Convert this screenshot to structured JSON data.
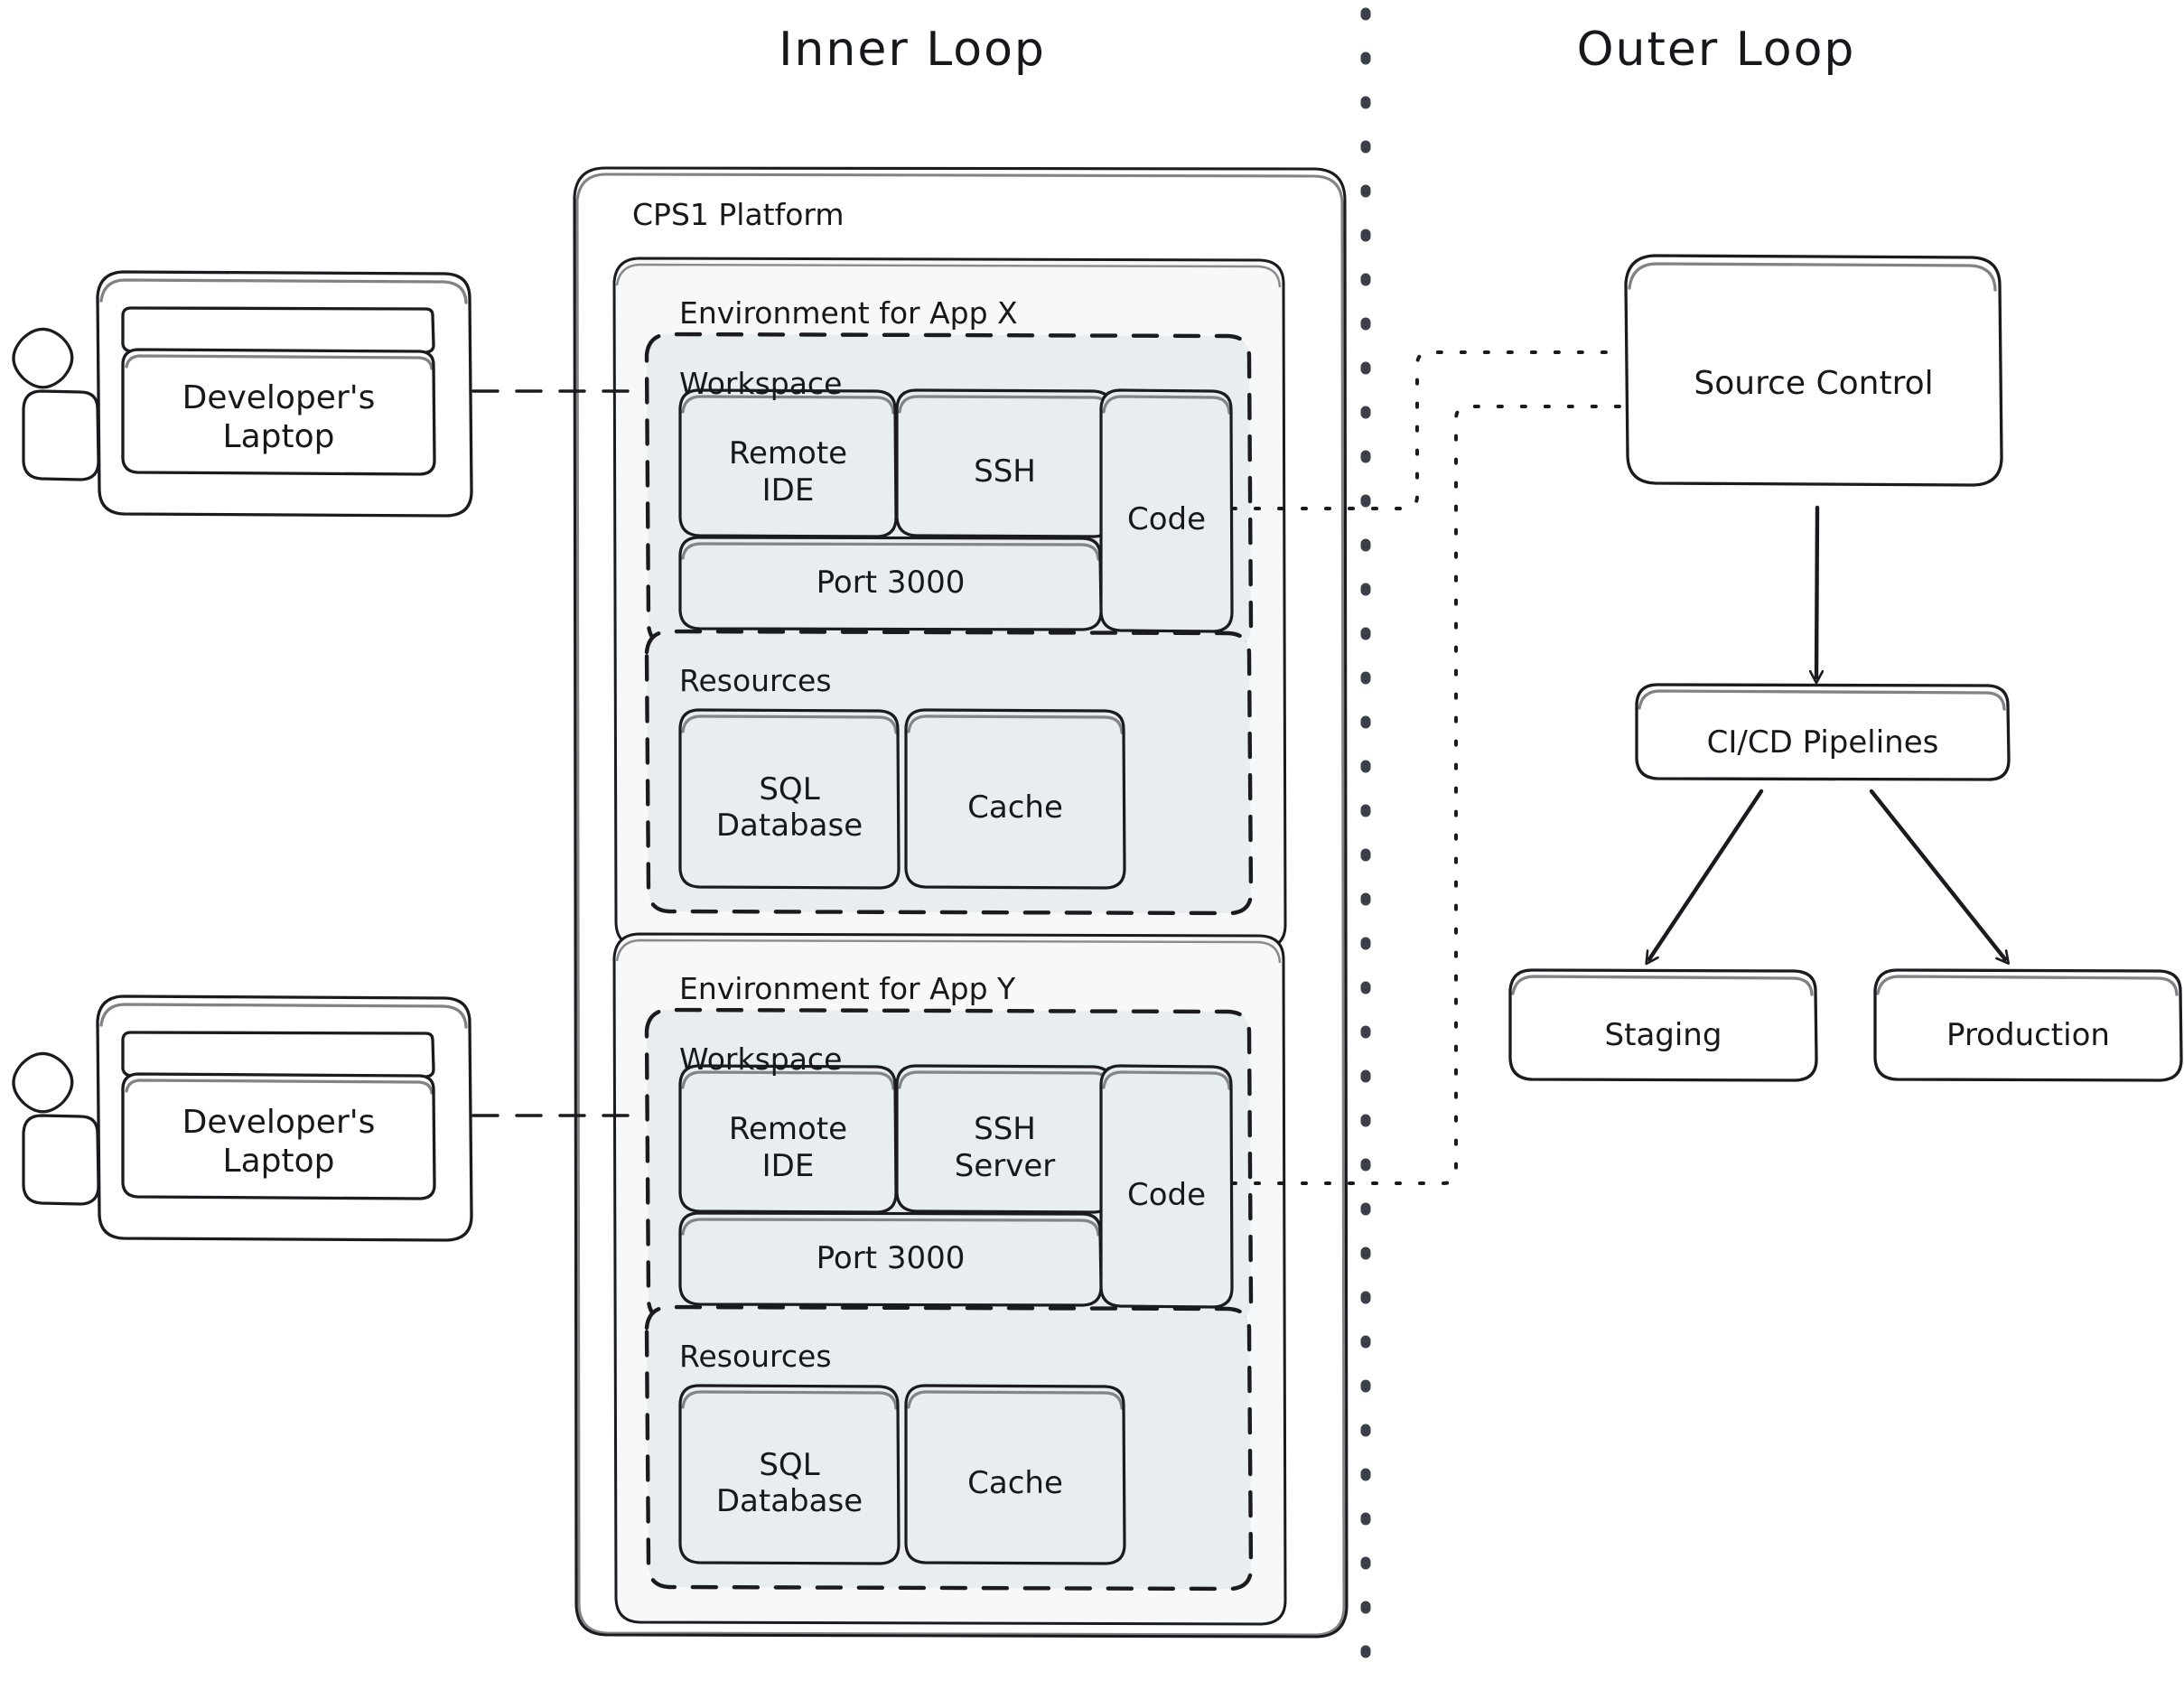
{
  "headings": {
    "inner_loop": "Inner Loop",
    "outer_loop": "Outer Loop"
  },
  "platform": {
    "title": "CPS1 Platform"
  },
  "environments": [
    {
      "title": "Environment for App X",
      "workspace": {
        "title": "Workspace",
        "nodes": [
          {
            "label": "Remote\nIDE"
          },
          {
            "label": "SSH"
          },
          {
            "label": "Code"
          },
          {
            "label": "Port 3000"
          }
        ]
      },
      "resources": {
        "title": "Resources",
        "nodes": [
          {
            "label": "SQL\nDatabase"
          },
          {
            "label": "Cache"
          }
        ]
      }
    },
    {
      "title": "Environment for App Y",
      "workspace": {
        "title": "Workspace",
        "nodes": [
          {
            "label": "Remote\nIDE"
          },
          {
            "label": "SSH\nServer"
          },
          {
            "label": "Code"
          },
          {
            "label": "Port 3000"
          }
        ]
      },
      "resources": {
        "title": "Resources",
        "nodes": [
          {
            "label": "SQL\nDatabase"
          },
          {
            "label": "Cache"
          }
        ]
      }
    }
  ],
  "actors": [
    {
      "label": "Developer's\nLaptop"
    },
    {
      "label": "Developer's\nLaptop"
    }
  ],
  "outer": {
    "source_control": "Source Control",
    "pipelines": "CI/CD Pipelines",
    "staging": "Staging",
    "production": "Production"
  },
  "colors": {
    "stroke": "#1b1b1f",
    "divider": "#3b4048",
    "env_fill": "#f6f8f9",
    "workspace_fill": "#e8edf0",
    "node_fill": "#e8edf0",
    "white": "#ffffff"
  }
}
